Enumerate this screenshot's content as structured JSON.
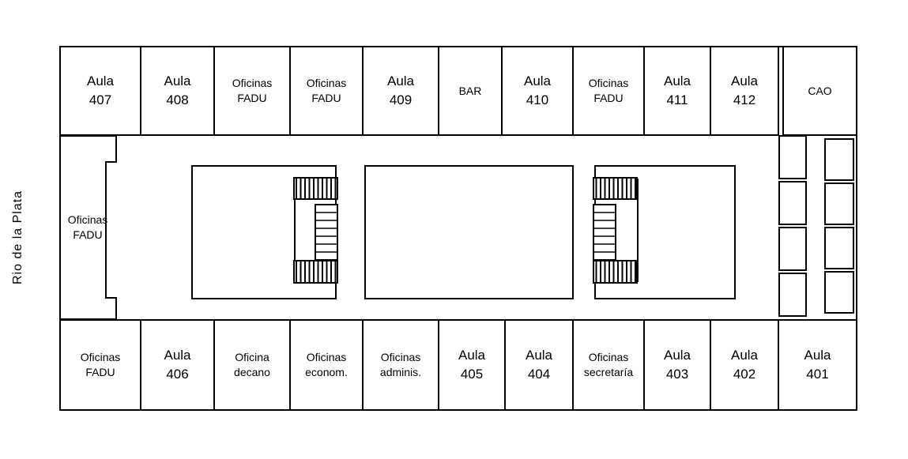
{
  "side_label": "Rio de la Plata",
  "rooms": {
    "top_row": [
      "Aula\n407",
      "Aula\n408",
      "Oficinas\nFADU",
      "Oficinas\nFADU",
      "Aula\n409",
      "BAR",
      "Aula\n410",
      "Oficinas\nFADU",
      "Aula\n411",
      "Aula\n412",
      "CAO"
    ],
    "middle_left": "Oficinas\nFADU",
    "bottom_row": [
      "Oficinas\nFADU",
      "Aula\n406",
      "Oficina\ndecano",
      "Oficinas\neconom.",
      "Oficinas\nadminis.",
      "Aula\n405",
      "Aula\n404",
      "Oficinas\nsecretaría",
      "Aula\n403",
      "Aula\n402",
      "Aula\n401"
    ]
  },
  "colors": {
    "wall": "#000000",
    "background": "#ffffff",
    "text": "#000000"
  }
}
